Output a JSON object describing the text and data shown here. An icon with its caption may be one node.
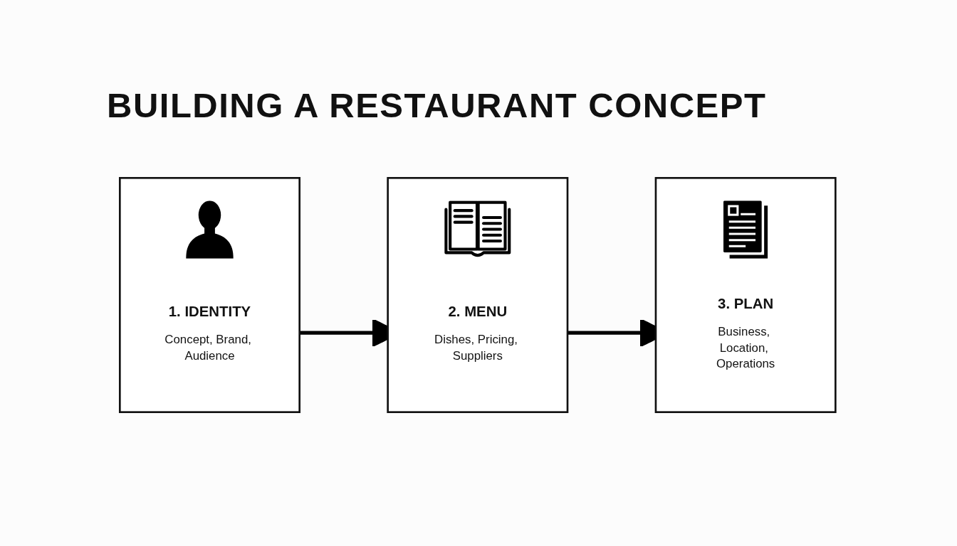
{
  "diagram": {
    "title": "BUILDING A RESTAURANT CONCEPT",
    "nodes": [
      {
        "text": [
          "1. IDENTITY",
          "Concept, Brand, Audience"
        ]
      },
      {
        "text": [
          "2. MENU",
          "Dishes, Pricing, Suppliers"
        ]
      },
      {
        "text": [
          "3. PLAN",
          "Business, Location, Operations"
        ]
      }
    ],
    "edges": [
      {
        "from": 0,
        "to": 1,
        "arrow": "to"
      },
      {
        "from": 1,
        "to": 2,
        "arrow": "to"
      }
    ]
  }
}
